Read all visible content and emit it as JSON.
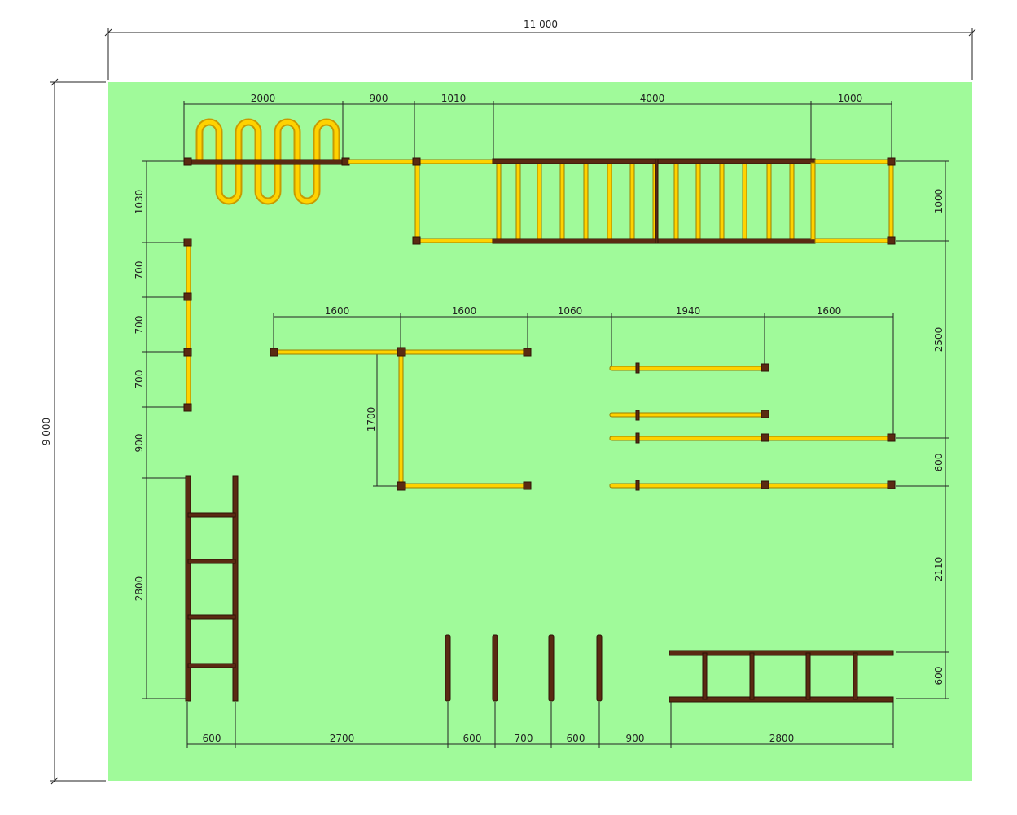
{
  "colors": {
    "ground": "#a0fa9a",
    "tube": "#ffd200",
    "tube_edge": "#c89a00",
    "wood": "#5a2a12",
    "dim_line": "#222222"
  },
  "dims": {
    "overall_width": "11 000",
    "overall_height": "9 000",
    "top": [
      "2000",
      "900",
      "1010",
      "4000",
      "1000"
    ],
    "mid": [
      "1600",
      "1600",
      "1060",
      "1940",
      "1600"
    ],
    "vertical_to_tee": "1700",
    "left": [
      "1030",
      "700",
      "700",
      "700",
      "900",
      "2800"
    ],
    "right": [
      "1000",
      "2500",
      "600",
      "2110",
      "600"
    ],
    "bottom": [
      "600",
      "2700",
      "600",
      "700",
      "600",
      "900",
      "2800"
    ]
  }
}
